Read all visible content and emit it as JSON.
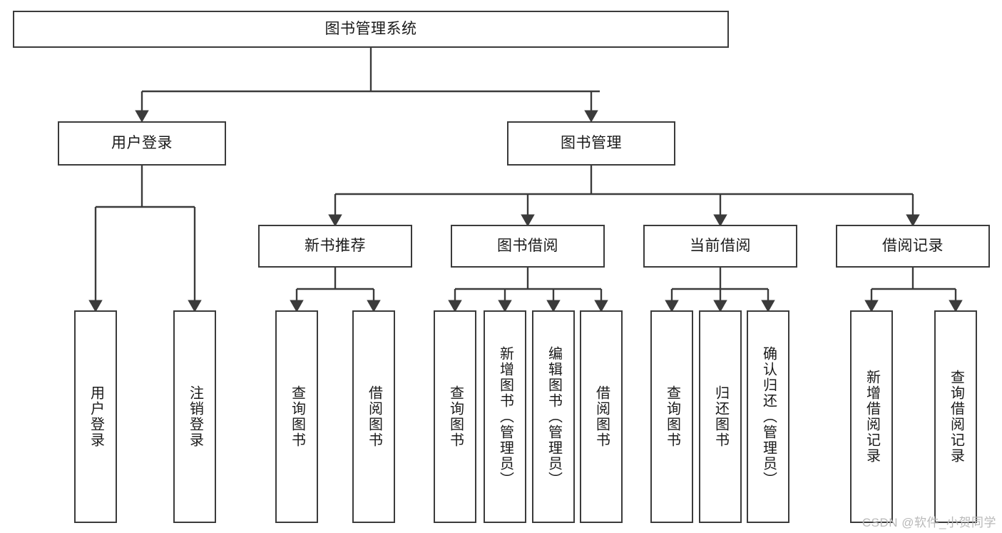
{
  "diagram": {
    "title": "图书管理系统",
    "type": "hierarchy-tree",
    "levels": 4,
    "line_color": "#3b3b3b",
    "box_fill": "#ffffff",
    "text_color": "#1a1a1a"
  },
  "root": {
    "label": "图书管理系统"
  },
  "branches": [
    {
      "label": "用户登录"
    },
    {
      "label": "图书管理"
    }
  ],
  "modules": [
    {
      "label": "新书推荐"
    },
    {
      "label": "图书借阅"
    },
    {
      "label": "当前借阅"
    },
    {
      "label": "借阅记录"
    }
  ],
  "leaves": {
    "user_login": [
      {
        "label": "用户登录"
      },
      {
        "label": "注销登录"
      }
    ],
    "new_book_recommend": [
      {
        "label": "查询图书"
      },
      {
        "label": "借阅图书"
      }
    ],
    "book_borrow": [
      {
        "label": "查询图书"
      },
      {
        "label": "新增图书（管理员）"
      },
      {
        "label": "编辑图书（管理员）"
      },
      {
        "label": "借阅图书"
      }
    ],
    "current_borrow": [
      {
        "label": "查询图书"
      },
      {
        "label": "归还图书"
      },
      {
        "label": "确认归还（管理员）"
      }
    ],
    "borrow_record": [
      {
        "label": "新增借阅记录"
      },
      {
        "label": "查询借阅记录"
      }
    ]
  },
  "watermark": {
    "text": "CSDN @软件_小贺同学"
  }
}
